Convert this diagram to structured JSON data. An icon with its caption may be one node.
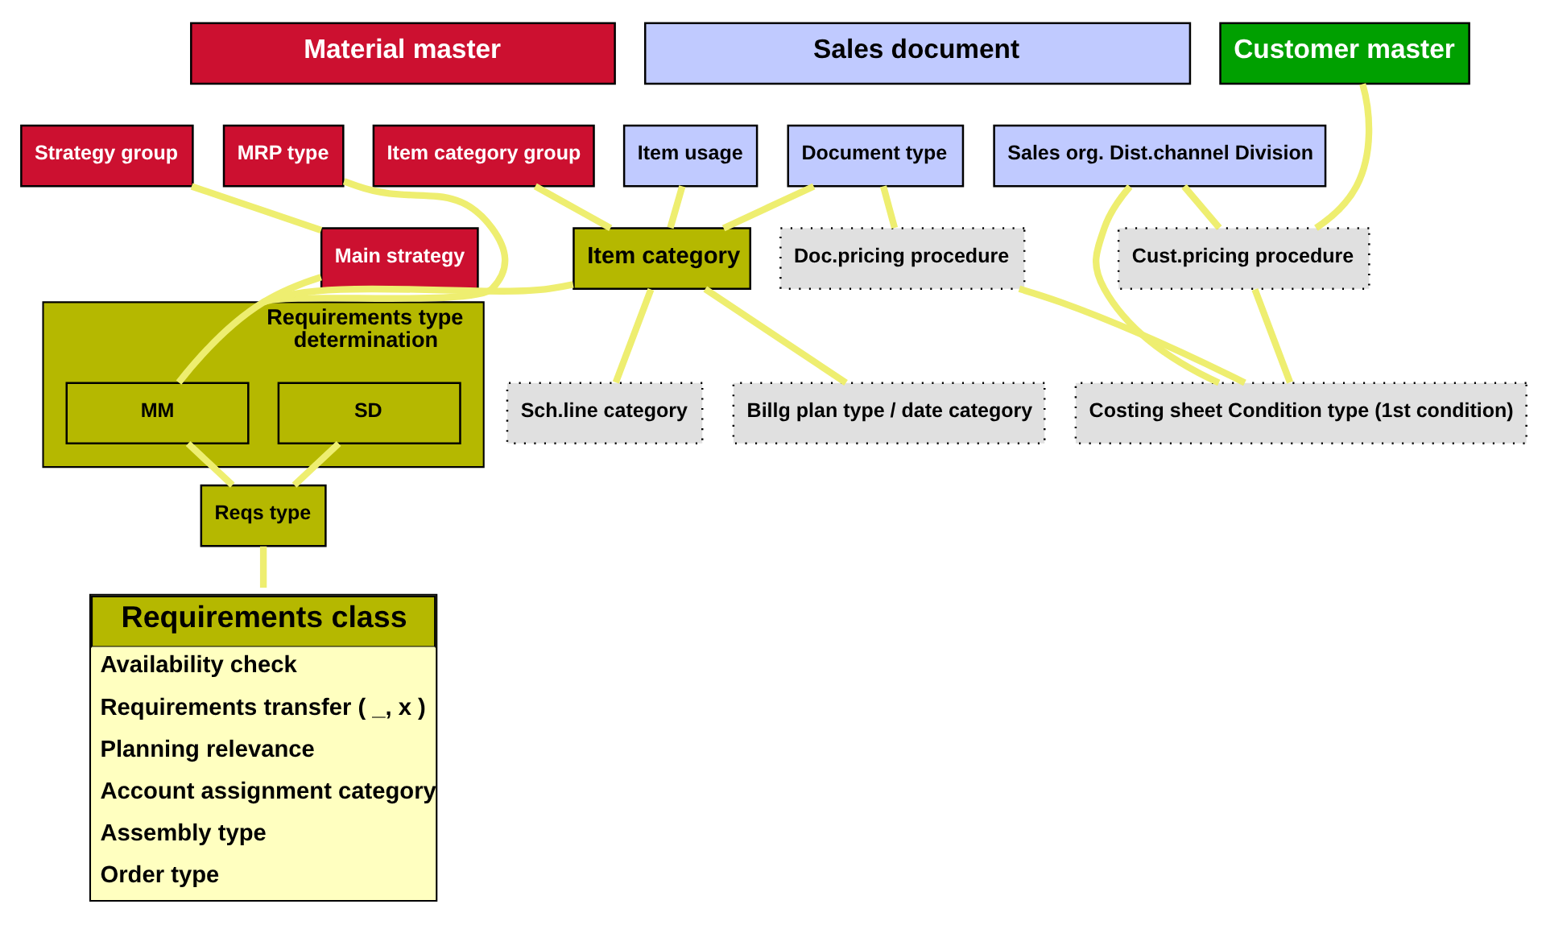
{
  "diagram": {
    "nodes": [
      {
        "text": [
          "Material master"
        ]
      },
      {
        "text": [
          "Strategy group"
        ]
      },
      {
        "text": [
          "MRP type"
        ]
      },
      {
        "text": [
          "Item category group"
        ]
      },
      {
        "text": [
          "Sales document"
        ]
      },
      {
        "text": [
          "Item usage"
        ]
      },
      {
        "text": [
          "Document type"
        ]
      },
      {
        "text": [
          "Sales org. Dist.channel Division"
        ]
      },
      {
        "text": [
          "Customer master"
        ]
      },
      {
        "text": [
          "Main strategy"
        ]
      },
      {
        "text": [
          "Item category"
        ]
      },
      {
        "text": [
          "Doc.pricing procedure"
        ]
      },
      {
        "text": [
          "Cust.pricing procedure"
        ]
      },
      {
        "text": [
          "Requirements type determination"
        ]
      },
      {
        "text": [
          "MM"
        ],
        "in": 13
      },
      {
        "text": [
          "SD"
        ],
        "in": 13
      },
      {
        "text": [
          "Sch.line category"
        ]
      },
      {
        "text": [
          "Billg plan type / date category"
        ]
      },
      {
        "text": [
          "Costing sheet Condition type (1st condition)"
        ]
      },
      {
        "text": [
          "Reqs type"
        ]
      },
      {
        "text": [
          "Requirements class",
          "Availability check",
          "Requirements transfer ( _, x )",
          "Planning relevance",
          "Account assignment category",
          "Assembly type",
          "Order type"
        ]
      }
    ],
    "edges": [
      {
        "from": 1,
        "to": 9,
        "arrow": "none"
      },
      {
        "from": 9,
        "to": 14,
        "arrow": "none"
      },
      {
        "from": 2,
        "to": 13,
        "arrow": "none"
      },
      {
        "from": 3,
        "to": 10,
        "arrow": "none"
      },
      {
        "from": 5,
        "to": 10,
        "arrow": "none"
      },
      {
        "from": 6,
        "to": 10,
        "arrow": "none"
      },
      {
        "from": 10,
        "to": 13,
        "arrow": "none"
      },
      {
        "from": 10,
        "to": 16,
        "arrow": "none"
      },
      {
        "from": 10,
        "to": 17,
        "arrow": "none"
      },
      {
        "from": 6,
        "to": 11,
        "arrow": "none"
      },
      {
        "from": 7,
        "to": 12,
        "arrow": "none"
      },
      {
        "from": 8,
        "to": 12,
        "arrow": "none"
      },
      {
        "from": 7,
        "to": 18,
        "arrow": "none"
      },
      {
        "from": 11,
        "to": 18,
        "arrow": "none"
      },
      {
        "from": 12,
        "to": 18,
        "arrow": "none"
      },
      {
        "from": 14,
        "to": 19,
        "arrow": "none"
      },
      {
        "from": 15,
        "to": 19,
        "arrow": "none"
      },
      {
        "from": 19,
        "to": 20,
        "arrow": "none"
      }
    ]
  }
}
